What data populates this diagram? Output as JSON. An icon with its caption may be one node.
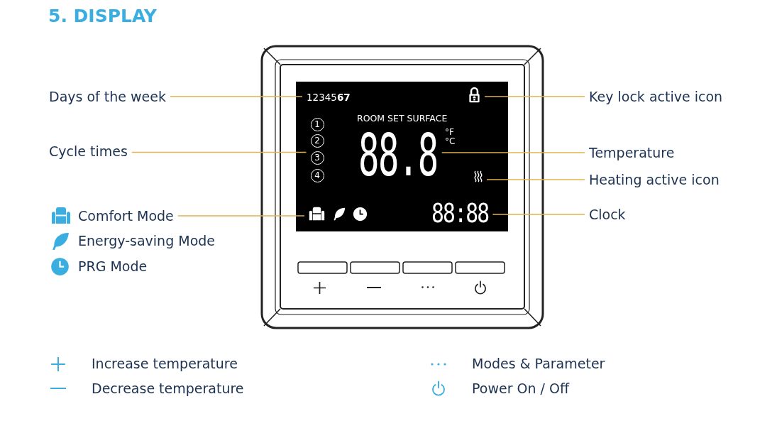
{
  "diagram": {
    "title": "5. DISPLAY",
    "nodes": [
      {
        "text": [
          "Days of the week"
        ]
      },
      {
        "text": [
          "12345**67**"
        ]
      },
      {
        "text": [],
        "shape": "picture"
      },
      {
        "text": [
          "Key lock active icon"
        ]
      },
      {
        "text": [
          "Cycle times"
        ]
      },
      {
        "text": [
          "1"
        ]
      },
      {
        "text": [
          "2"
        ]
      },
      {
        "text": [
          "3"
        ]
      },
      {
        "text": [
          "4"
        ]
      },
      {
        "text": [
          "88.8"
        ]
      },
      {
        "text": [
          "Temperature"
        ]
      },
      {
        "text": [],
        "shape": "picture"
      },
      {
        "text": [
          "Heating active icon"
        ]
      },
      {
        "text": [],
        "shape": "picture"
      },
      {
        "text": [
          "Comfort Mode"
        ]
      },
      {
        "text": [
          "88:88"
        ]
      },
      {
        "text": [
          "Clock"
        ]
      }
    ],
    "edges": [
      {
        "from": 0,
        "to": 1,
        "arrow": "none"
      },
      {
        "from": 3,
        "to": 2,
        "arrow": "none"
      },
      {
        "from": 4,
        "to": 7,
        "arrow": "none"
      },
      {
        "from": 10,
        "to": 9,
        "arrow": "none"
      },
      {
        "from": 12,
        "to": 11,
        "arrow": "none"
      },
      {
        "from": 14,
        "to": 13,
        "arrow": "none"
      },
      {
        "from": 16,
        "to": 15,
        "arrow": "none"
      }
    ],
    "labels": [
      "ROOM SET SURFACE",
      "°F",
      "°C"
    ],
    "legend": [
      {
        "text": "Energy-saving Mode"
      },
      {
        "text": "PRG Mode"
      },
      {
        "text": "Increase temperature"
      },
      {
        "text": "Decrease temperature"
      },
      {
        "text": "Modes & Parameter"
      },
      {
        "text": "Power On / Off"
      }
    ]
  }
}
